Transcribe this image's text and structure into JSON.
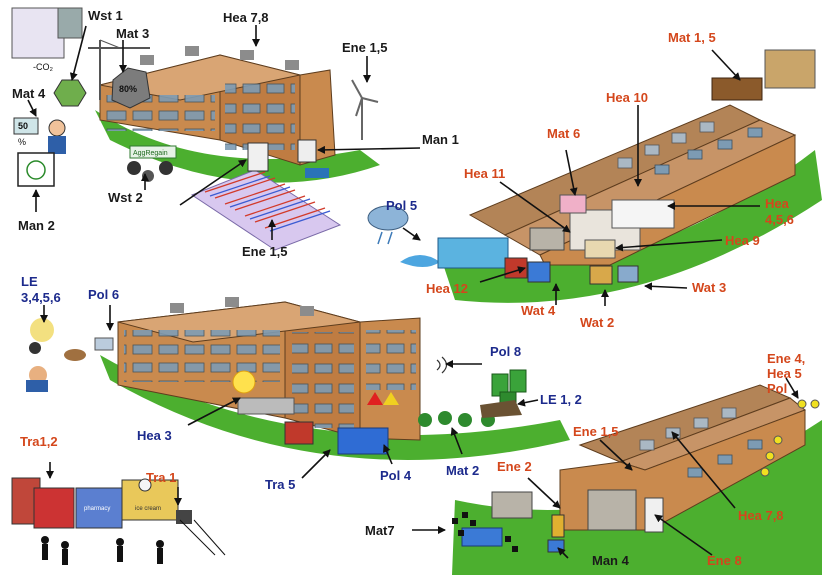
{
  "labels": {
    "wst1": "Wst 1",
    "co2": "-CO₂",
    "mat3": "Mat 3",
    "pct80": "80%",
    "hea78_top": "Hea 7,8",
    "ene15_top": "Ene 1,5",
    "mat4": "Mat 4",
    "pct50": "50",
    "pct_sym": "%",
    "man2": "Man 2",
    "aggregates": "AggRegain",
    "wst2": "Wst 2",
    "man1": "Man 1",
    "ene15_mid": "Ene 1,5",
    "mat15": "Mat 1, 5",
    "hea10": "Hea 10",
    "mat6": "Mat 6",
    "hea11": "Hea 11",
    "pol5": "Pol 5",
    "hea456_a": "Hea",
    "hea456_b": "4,5,6",
    "hea9": "Hea 9",
    "hea12": "Hea 12",
    "wat4": "Wat 4",
    "wat3": "Wat 3",
    "wat2": "Wat 2",
    "le_a": "LE",
    "le_b": "3,4,5,6",
    "pol6": "Pol 6",
    "pol8": "Pol 8",
    "le12": "LE 1, 2",
    "hea3": "Hea 3",
    "tra5": "Tra 5",
    "pol4": "Pol 4",
    "mat2": "Mat 2",
    "ene4_a": "Ene 4,",
    "ene4_b": "Hea 5",
    "ene4_c": "Pol",
    "ene15_bot": "Ene 1,5",
    "ene2": "Ene 2",
    "hea78_bot": "Hea 7,8",
    "tra12": "Tra1,2",
    "tra1": "Tra 1",
    "mat7": "Mat7",
    "man4": "Man 4",
    "ene8": "Ene 8",
    "shop_ice": "ice cream",
    "shop_pharm": "pharmacy"
  },
  "colors": {
    "black_label": "#1a1a1a",
    "red_label": "#d4471c",
    "blue_label": "#1c2a8c",
    "brick": "#c98a4e",
    "roof": "#b98a5e",
    "window": "#6d8fa8",
    "grass": "#4caf2f"
  }
}
